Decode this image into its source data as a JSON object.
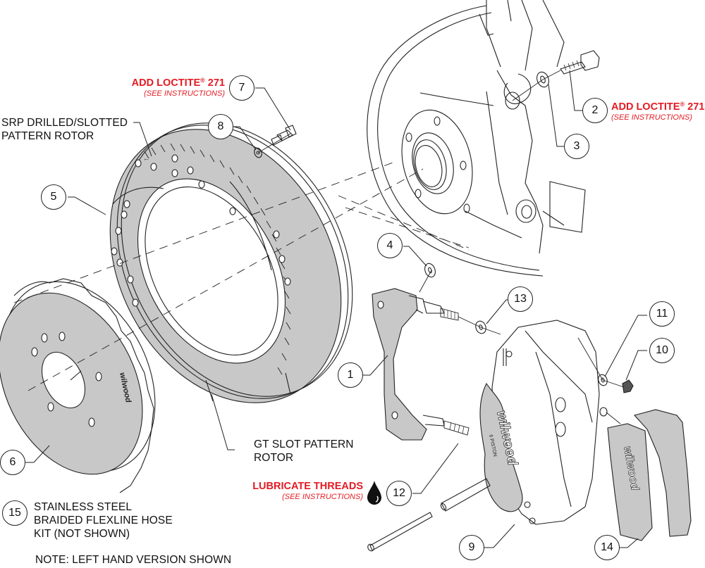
{
  "title": "Wilwood Front Brake Kit Exploded Assembly Diagram",
  "labels": {
    "rotor_srp_line1": "SRP DRILLED/SLOTTED",
    "rotor_srp_line2": "PATTERN ROTOR",
    "rotor_gt_line1": "GT SLOT PATTERN",
    "rotor_gt_line2": "ROTOR",
    "hose_line1": "STAINLESS STEEL",
    "hose_line2": "BRAIDED FLEXLINE HOSE",
    "hose_line3": "KIT (NOT SHOWN)",
    "note": "NOTE: LEFT HAND VERSION SHOWN"
  },
  "warnings": {
    "loctite_left": {
      "title": "ADD LOCTITE",
      "reg": "®",
      "suffix": " 271",
      "sub": "(SEE INSTRUCTIONS)"
    },
    "loctite_right": {
      "title": "ADD LOCTITE",
      "reg": "®",
      "suffix": " 271",
      "sub": "(SEE INSTRUCTIONS)"
    },
    "lubricate": {
      "title": "LUBRICATE THREADS",
      "sub": "(SEE INSTRUCTIONS)"
    }
  },
  "callouts": [
    {
      "id": "1",
      "part": "caliper-bracket"
    },
    {
      "id": "2",
      "part": "bracket-bolt"
    },
    {
      "id": "3",
      "part": "bracket-washer"
    },
    {
      "id": "4",
      "part": "shim-washer"
    },
    {
      "id": "5",
      "part": "rotor"
    },
    {
      "id": "6",
      "part": "hat"
    },
    {
      "id": "7",
      "part": "rotor-bolt"
    },
    {
      "id": "8",
      "part": "rotor-washer"
    },
    {
      "id": "9",
      "part": "caliper"
    },
    {
      "id": "10",
      "part": "lug-nut"
    },
    {
      "id": "11",
      "part": "caliper-washer"
    },
    {
      "id": "12",
      "part": "caliper-stud"
    },
    {
      "id": "13",
      "part": "stud-washer"
    },
    {
      "id": "14",
      "part": "brake-pads"
    },
    {
      "id": "15",
      "part": "flexline-hose-kit"
    }
  ],
  "brand_marks": {
    "caliper_logo": "wilwood",
    "caliper_model": "6 PISTON",
    "pad_logo": "wilwood",
    "hat_logo": "wilwood"
  },
  "colors": {
    "warning_red": "#e31b23",
    "part_gray": "#c8c8c8",
    "line": "#222222"
  }
}
